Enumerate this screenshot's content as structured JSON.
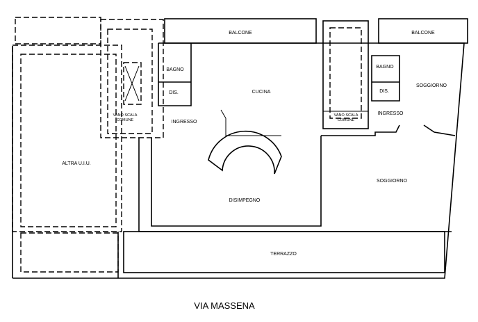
{
  "plan": {
    "rooms": {
      "balcone_left": "BALCONE",
      "balcone_right": "BALCONE",
      "bagno_left": "BAGNO",
      "dis_left": "DIS.",
      "cucina": "CUCINA",
      "vano_scala_left_1": "VANO SCALA",
      "vano_scala_left_2": "COMUNE",
      "ingresso_left": "INGRESSO",
      "altra_ui": "ALTRA U.I.U.",
      "disimpegno": "DISIMPEGNO",
      "bagno_right": "BAGNO",
      "dis_right": "DIS.",
      "soggiorno_top": "SOGGIORNO",
      "vano_scala_right_1": "VANO SCALA",
      "vano_scala_right_2": "COMUNE",
      "ingresso_right": "INGRESSO",
      "soggiorno_right": "SOGGIORNO",
      "terrazzo": "TERRAZZO"
    },
    "street": "VIA MASSENA"
  }
}
